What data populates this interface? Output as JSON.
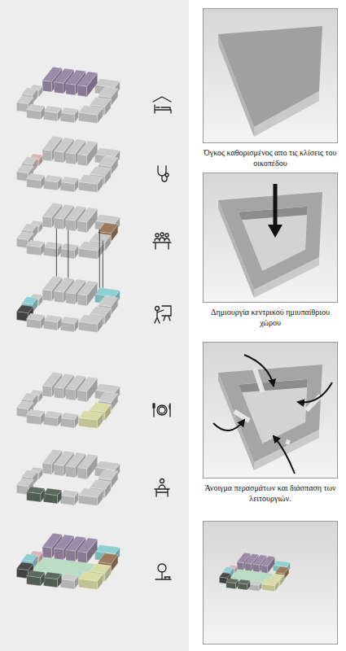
{
  "diagram": {
    "nodes": [
      {
        "text": [
          "Όγκος καθορισμένος απο τις κλίσεις του οικοπέδου"
        ]
      },
      {
        "text": [
          "Δημιουργία κεντρικού ημιυπαίθριου χώρου"
        ]
      },
      {
        "text": [
          "Άνοιγμα περασμάτων και διάσπαση των λειτουργιών."
        ]
      }
    ]
  }
}
